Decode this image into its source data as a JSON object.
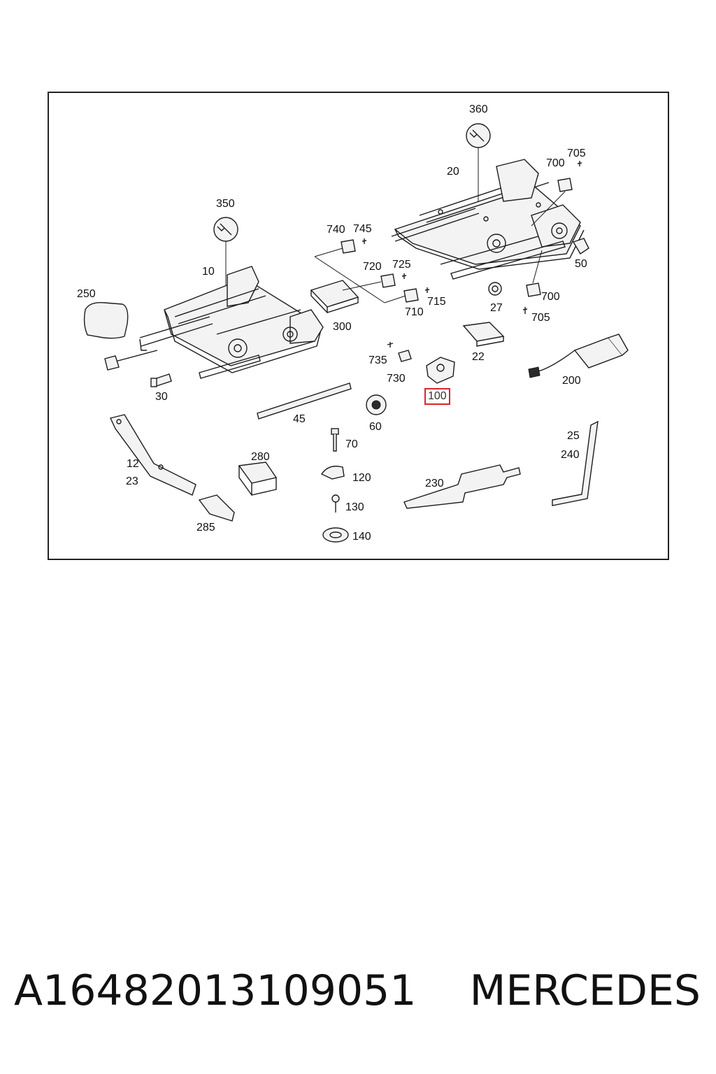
{
  "callouts": [
    {
      "id": "360",
      "label": "360"
    },
    {
      "id": "20",
      "label": "20"
    },
    {
      "id": "700a",
      "label": "700"
    },
    {
      "id": "705a",
      "label": "705"
    },
    {
      "id": "350",
      "label": "350"
    },
    {
      "id": "740",
      "label": "740"
    },
    {
      "id": "745",
      "label": "745"
    },
    {
      "id": "50",
      "label": "50"
    },
    {
      "id": "10",
      "label": "10"
    },
    {
      "id": "720",
      "label": "720"
    },
    {
      "id": "725",
      "label": "725"
    },
    {
      "id": "250",
      "label": "250"
    },
    {
      "id": "715",
      "label": "715"
    },
    {
      "id": "27",
      "label": "27"
    },
    {
      "id": "700b",
      "label": "700"
    },
    {
      "id": "710",
      "label": "710"
    },
    {
      "id": "705b",
      "label": "705"
    },
    {
      "id": "300",
      "label": "300"
    },
    {
      "id": "22",
      "label": "22"
    },
    {
      "id": "735",
      "label": "735"
    },
    {
      "id": "730",
      "label": "730"
    },
    {
      "id": "200",
      "label": "200"
    },
    {
      "id": "30",
      "label": "30"
    },
    {
      "id": "100",
      "label": "100",
      "highlighted": true
    },
    {
      "id": "45",
      "label": "45"
    },
    {
      "id": "60",
      "label": "60"
    },
    {
      "id": "25",
      "label": "25"
    },
    {
      "id": "70",
      "label": "70"
    },
    {
      "id": "240",
      "label": "240"
    },
    {
      "id": "280",
      "label": "280"
    },
    {
      "id": "12",
      "label": "12"
    },
    {
      "id": "120",
      "label": "120"
    },
    {
      "id": "23",
      "label": "23"
    },
    {
      "id": "230",
      "label": "230"
    },
    {
      "id": "130",
      "label": "130"
    },
    {
      "id": "285",
      "label": "285"
    },
    {
      "id": "140",
      "label": "140"
    }
  ],
  "caption": {
    "part_number": "A1648201310905​1",
    "brand": "MERCEDES"
  },
  "colors": {
    "highlight": "#d8262c",
    "line": "#1c1c1c"
  },
  "icons": {
    "tool": "wrench-icon"
  }
}
